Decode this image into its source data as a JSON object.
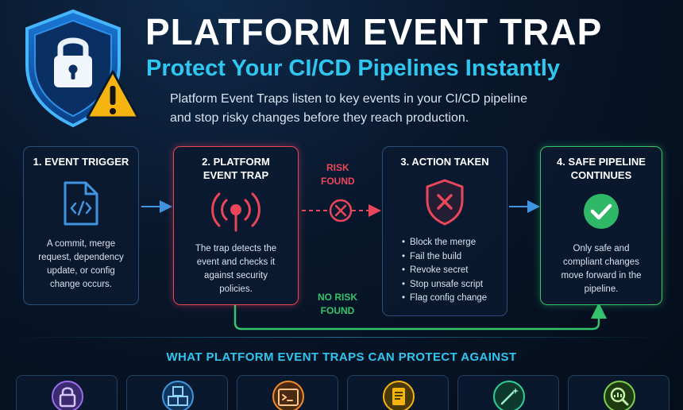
{
  "header": {
    "title": "PLATFORM EVENT TRAP",
    "subtitle": "Protect Your CI/CD Pipelines Instantly",
    "intro_line1": "Platform Event Traps listen to key events in your CI/CD pipeline",
    "intro_line2": "and stop risky changes before they reach production."
  },
  "steps": [
    {
      "title_line1": "1. EVENT TRIGGER",
      "title_line2": "",
      "icon": "code-file-icon",
      "desc": [
        "A commit, merge",
        "request, dependency",
        "update, or config",
        "change occurs."
      ]
    },
    {
      "title_line1": "2. PLATFORM",
      "title_line2": "EVENT TRAP",
      "icon": "broadcast-signal-icon",
      "desc": [
        "The trap detects the",
        "event and checks it",
        "against security",
        "policies."
      ]
    },
    {
      "title_line1": "3. ACTION TAKEN",
      "title_line2": "",
      "icon": "shield-x-icon",
      "list": [
        "Block the merge",
        "Fail the build",
        "Revoke secret",
        "Stop unsafe script",
        "Flag config change"
      ]
    },
    {
      "title_line1": "4. SAFE PIPELINE",
      "title_line2": "CONTINUES",
      "icon": "check-circle-icon",
      "desc": [
        "Only safe and",
        "compliant changes",
        "move forward in the",
        "pipeline."
      ]
    }
  ],
  "flow_labels": {
    "risk_line1": "RISK",
    "risk_line2": "FOUND",
    "no_risk_line1": "NO RISK",
    "no_risk_line2": "FOUND"
  },
  "section": {
    "title": "WHAT PLATFORM EVENT TRAPS CAN PROTECT AGAINST"
  },
  "bottom_icons": [
    "lock-icon",
    "cubes-icon",
    "terminal-icon",
    "document-icon",
    "magic-wand-icon",
    "search-chart-icon"
  ],
  "colors": {
    "accent_cyan": "#2fc6f0",
    "danger_red": "#e8475a",
    "success_green": "#34c46b",
    "warning_yellow": "#f5b40f",
    "background": "#08162a"
  }
}
